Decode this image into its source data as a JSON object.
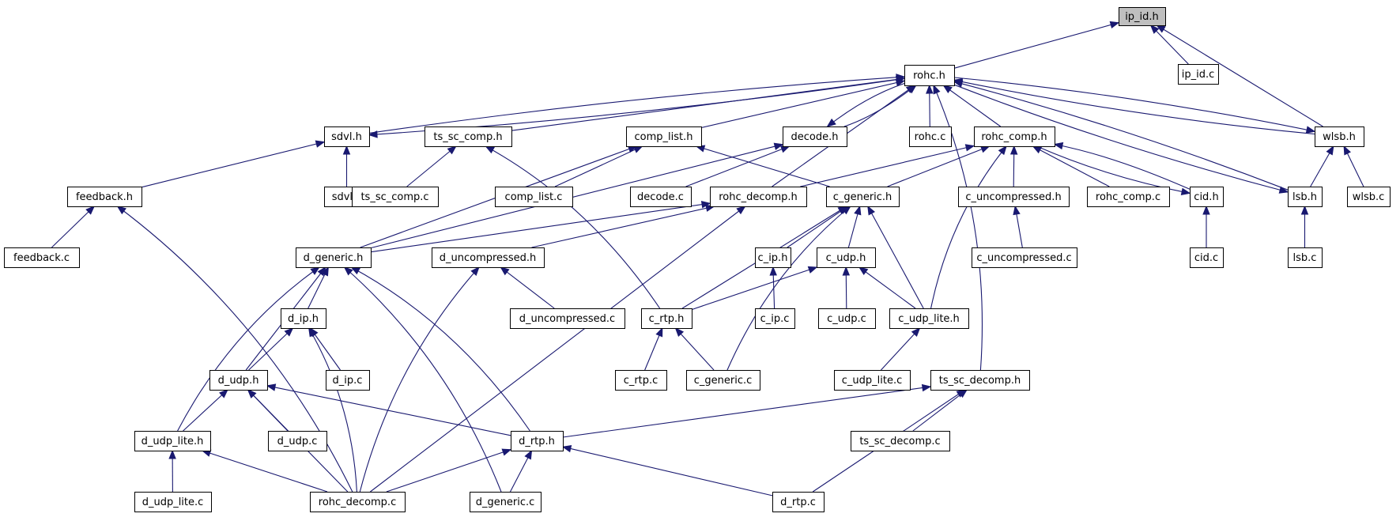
{
  "diagram": {
    "type": "include-dependency-graph",
    "focus_node": "ip_id_h",
    "nodes": [
      {
        "id": "ip_id_h",
        "label": "ip_id.h",
        "focus": true,
        "link": false
      },
      {
        "id": "ip_id_c",
        "label": "ip_id.c",
        "link": true
      },
      {
        "id": "rohc_h",
        "label": "rohc.h",
        "link": true
      },
      {
        "id": "sdvl_h",
        "label": "sdvl.h",
        "link": true
      },
      {
        "id": "ts_sc_comp_h",
        "label": "ts_sc_comp.h",
        "link": true
      },
      {
        "id": "comp_list_h",
        "label": "comp_list.h",
        "link": true
      },
      {
        "id": "decode_h",
        "label": "decode.h",
        "link": true
      },
      {
        "id": "rohc_c",
        "label": "rohc.c",
        "link": true
      },
      {
        "id": "rohc_comp_h",
        "label": "rohc_comp.h",
        "link": true
      },
      {
        "id": "wlsb_h",
        "label": "wlsb.h",
        "link": true
      },
      {
        "id": "feedback_h",
        "label": "feedback.h",
        "link": true
      },
      {
        "id": "sdvl_c",
        "label": "sdvl.c",
        "link": true
      },
      {
        "id": "ts_sc_comp_c",
        "label": "ts_sc_comp.c",
        "link": true
      },
      {
        "id": "comp_list_c",
        "label": "comp_list.c",
        "link": true
      },
      {
        "id": "decode_c",
        "label": "decode.c",
        "link": true
      },
      {
        "id": "rohc_decomp_h",
        "label": "rohc_decomp.h",
        "link": true
      },
      {
        "id": "c_generic_h",
        "label": "c_generic.h",
        "link": true
      },
      {
        "id": "c_uncompressed_h",
        "label": "c_uncompressed.h",
        "link": true
      },
      {
        "id": "rohc_comp_c",
        "label": "rohc_comp.c",
        "link": true
      },
      {
        "id": "cid_h",
        "label": "cid.h",
        "link": true
      },
      {
        "id": "lsb_h",
        "label": "lsb.h",
        "link": true
      },
      {
        "id": "wlsb_c",
        "label": "wlsb.c",
        "link": true
      },
      {
        "id": "feedback_c",
        "label": "feedback.c",
        "link": true
      },
      {
        "id": "d_generic_h",
        "label": "d_generic.h",
        "link": true
      },
      {
        "id": "d_uncompressed_h",
        "label": "d_uncompressed.h",
        "link": true
      },
      {
        "id": "c_ip_h",
        "label": "c_ip.h",
        "link": true
      },
      {
        "id": "c_udp_h",
        "label": "c_udp.h",
        "link": true
      },
      {
        "id": "c_uncompressed_c",
        "label": "c_uncompressed.c",
        "link": true
      },
      {
        "id": "cid_c",
        "label": "cid.c",
        "link": true
      },
      {
        "id": "lsb_c",
        "label": "lsb.c",
        "link": true
      },
      {
        "id": "d_ip_h",
        "label": "d_ip.h",
        "link": true
      },
      {
        "id": "d_uncompressed_c",
        "label": "d_uncompressed.c",
        "link": true
      },
      {
        "id": "c_rtp_h",
        "label": "c_rtp.h",
        "link": true
      },
      {
        "id": "c_ip_c",
        "label": "c_ip.c",
        "link": true
      },
      {
        "id": "c_udp_c",
        "label": "c_udp.c",
        "link": true
      },
      {
        "id": "c_udp_lite_h",
        "label": "c_udp_lite.h",
        "link": true
      },
      {
        "id": "d_udp_h",
        "label": "d_udp.h",
        "link": true
      },
      {
        "id": "d_ip_c",
        "label": "d_ip.c",
        "link": true
      },
      {
        "id": "c_rtp_c",
        "label": "c_rtp.c",
        "link": true
      },
      {
        "id": "c_generic_c",
        "label": "c_generic.c",
        "link": true
      },
      {
        "id": "c_udp_lite_c",
        "label": "c_udp_lite.c",
        "link": true
      },
      {
        "id": "ts_sc_decomp_h",
        "label": "ts_sc_decomp.h",
        "link": true
      },
      {
        "id": "d_udp_lite_h",
        "label": "d_udp_lite.h",
        "link": true
      },
      {
        "id": "d_udp_c",
        "label": "d_udp.c",
        "link": true
      },
      {
        "id": "d_rtp_h",
        "label": "d_rtp.h",
        "link": true
      },
      {
        "id": "ts_sc_decomp_c",
        "label": "ts_sc_decomp.c",
        "link": true
      },
      {
        "id": "d_udp_lite_c",
        "label": "d_udp_lite.c",
        "link": true
      },
      {
        "id": "rohc_decomp_c",
        "label": "rohc_decomp.c",
        "link": true
      },
      {
        "id": "d_generic_c",
        "label": "d_generic.c",
        "link": true
      },
      {
        "id": "d_rtp_c",
        "label": "d_rtp.c",
        "link": true
      }
    ],
    "edges": [
      [
        "ip_id_c",
        "ip_id_h"
      ],
      [
        "rohc_h",
        "ip_id_h"
      ],
      [
        "wlsb_h",
        "ip_id_h"
      ],
      [
        "sdvl_h",
        "rohc_h"
      ],
      [
        "ts_sc_comp_h",
        "rohc_h"
      ],
      [
        "comp_list_h",
        "rohc_h"
      ],
      [
        "decode_h",
        "rohc_h"
      ],
      [
        "rohc_c",
        "rohc_h"
      ],
      [
        "rohc_comp_h",
        "rohc_h"
      ],
      [
        "wlsb_h",
        "rohc_h"
      ],
      [
        "rohc_decomp_h",
        "rohc_h"
      ],
      [
        "lsb_h",
        "rohc_h"
      ],
      [
        "ts_sc_decomp_h",
        "rohc_h"
      ],
      [
        "rohc_h",
        "sdvl_h"
      ],
      [
        "rohc_h",
        "decode_h"
      ],
      [
        "rohc_h",
        "wlsb_h"
      ],
      [
        "rohc_h",
        "lsb_h"
      ],
      [
        "feedback_h",
        "sdvl_h"
      ],
      [
        "sdvl_c",
        "sdvl_h"
      ],
      [
        "ts_sc_comp_c",
        "ts_sc_comp_h"
      ],
      [
        "c_rtp_h",
        "ts_sc_comp_h"
      ],
      [
        "comp_list_c",
        "comp_list_h"
      ],
      [
        "d_generic_h",
        "comp_list_h"
      ],
      [
        "c_generic_h",
        "comp_list_h"
      ],
      [
        "decode_c",
        "decode_h"
      ],
      [
        "d_generic_h",
        "decode_h"
      ],
      [
        "rohc_decomp_h",
        "rohc_comp_h"
      ],
      [
        "c_generic_h",
        "rohc_comp_h"
      ],
      [
        "c_uncompressed_h",
        "rohc_comp_h"
      ],
      [
        "rohc_comp_c",
        "rohc_comp_h"
      ],
      [
        "cid_h",
        "rohc_comp_h"
      ],
      [
        "c_udp_lite_h",
        "rohc_comp_h"
      ],
      [
        "rohc_comp_h",
        "cid_h"
      ],
      [
        "lsb_h",
        "wlsb_h"
      ],
      [
        "wlsb_c",
        "wlsb_h"
      ],
      [
        "feedback_c",
        "feedback_h"
      ],
      [
        "rohc_decomp_c",
        "feedback_h"
      ],
      [
        "d_generic_h",
        "rohc_decomp_h"
      ],
      [
        "d_uncompressed_h",
        "rohc_decomp_h"
      ],
      [
        "rohc_decomp_c",
        "rohc_decomp_h"
      ],
      [
        "c_ip_h",
        "c_generic_h"
      ],
      [
        "c_udp_h",
        "c_generic_h"
      ],
      [
        "c_rtp_h",
        "c_generic_h"
      ],
      [
        "c_udp_lite_h",
        "c_generic_h"
      ],
      [
        "c_generic_c",
        "c_generic_h"
      ],
      [
        "c_uncompressed_c",
        "c_uncompressed_h"
      ],
      [
        "cid_c",
        "cid_h"
      ],
      [
        "lsb_c",
        "lsb_h"
      ],
      [
        "d_ip_h",
        "d_generic_h"
      ],
      [
        "d_udp_h",
        "d_generic_h"
      ],
      [
        "d_udp_lite_h",
        "d_generic_h"
      ],
      [
        "d_rtp_h",
        "d_generic_h"
      ],
      [
        "d_generic_c",
        "d_generic_h"
      ],
      [
        "d_uncompressed_c",
        "d_uncompressed_h"
      ],
      [
        "rohc_decomp_c",
        "d_uncompressed_h"
      ],
      [
        "c_ip_c",
        "c_ip_h"
      ],
      [
        "c_rtp_h",
        "c_udp_h"
      ],
      [
        "c_udp_c",
        "c_udp_h"
      ],
      [
        "c_udp_lite_h",
        "c_udp_h"
      ],
      [
        "d_udp_h",
        "d_ip_h"
      ],
      [
        "d_ip_c",
        "d_ip_h"
      ],
      [
        "rohc_decomp_c",
        "d_ip_h"
      ],
      [
        "c_rtp_c",
        "c_rtp_h"
      ],
      [
        "c_generic_c",
        "c_rtp_h"
      ],
      [
        "c_udp_lite_c",
        "c_udp_lite_h"
      ],
      [
        "d_udp_lite_h",
        "d_udp_h"
      ],
      [
        "d_udp_c",
        "d_udp_h"
      ],
      [
        "d_rtp_h",
        "d_udp_h"
      ],
      [
        "rohc_decomp_c",
        "d_udp_h"
      ],
      [
        "d_rtp_h",
        "ts_sc_decomp_h"
      ],
      [
        "ts_sc_decomp_c",
        "ts_sc_decomp_h"
      ],
      [
        "d_rtp_c",
        "ts_sc_decomp_h"
      ],
      [
        "d_udp_lite_c",
        "d_udp_lite_h"
      ],
      [
        "rohc_decomp_c",
        "d_udp_lite_h"
      ],
      [
        "rohc_decomp_c",
        "d_rtp_h"
      ],
      [
        "d_generic_c",
        "d_rtp_h"
      ],
      [
        "d_rtp_c",
        "d_rtp_h"
      ]
    ]
  }
}
